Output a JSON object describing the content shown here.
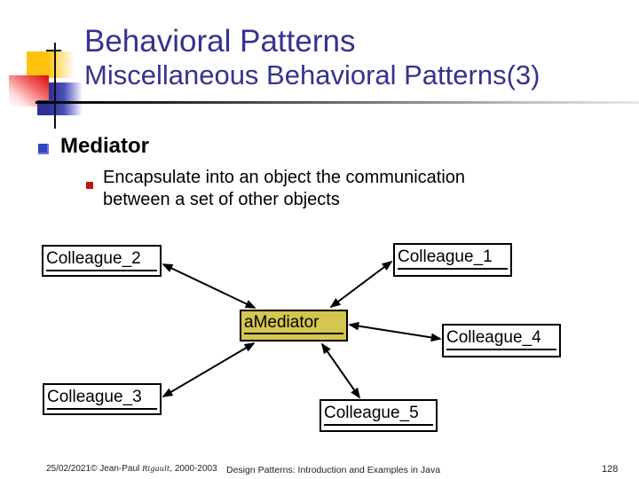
{
  "slide": {
    "title": "Behavioral Patterns",
    "subtitle": "Miscellaneous Behavioral Patterns(3)"
  },
  "bullets": {
    "heading": "Mediator",
    "description": "Encapsulate into an object the communication between a set of other objects"
  },
  "diagram": {
    "nodes": [
      {
        "id": "colleague-2",
        "label": "Colleague_2"
      },
      {
        "id": "colleague-1",
        "label": "Colleague_1"
      },
      {
        "id": "a-mediator",
        "label": "aMediator",
        "fill": "#d5c64f"
      },
      {
        "id": "colleague-4",
        "label": "Colleague_4"
      },
      {
        "id": "colleague-3",
        "label": "Colleague_3"
      },
      {
        "id": "colleague-5",
        "label": "Colleague_5"
      }
    ],
    "edges": [
      {
        "from": "Colleague_2",
        "to": "aMediator",
        "style": "double-arrow"
      },
      {
        "from": "Colleague_1",
        "to": "aMediator",
        "style": "double-arrow"
      },
      {
        "from": "Colleague_4",
        "to": "aMediator",
        "style": "double-arrow"
      },
      {
        "from": "Colleague_3",
        "to": "aMediator",
        "style": "double-arrow"
      },
      {
        "from": "Colleague_5",
        "to": "aMediator",
        "style": "double-arrow"
      }
    ]
  },
  "footer": {
    "left_date": "25/02/2021",
    "left_copyright": "© Jean-Paul ",
    "left_name": "Rigault",
    "left_years": ", 2000-2003",
    "center": "Design Patterns: Introduction and Examples in Java",
    "page": "128"
  },
  "colors": {
    "title_navy": "#333391",
    "mediator_fill": "#d5c64f",
    "bullet_blue": "#3343c4",
    "bullet_red": "#cc1111",
    "logo_yellow": "#ffc20e",
    "logo_red": "#dd0806",
    "logo_blue": "#2e3192"
  }
}
